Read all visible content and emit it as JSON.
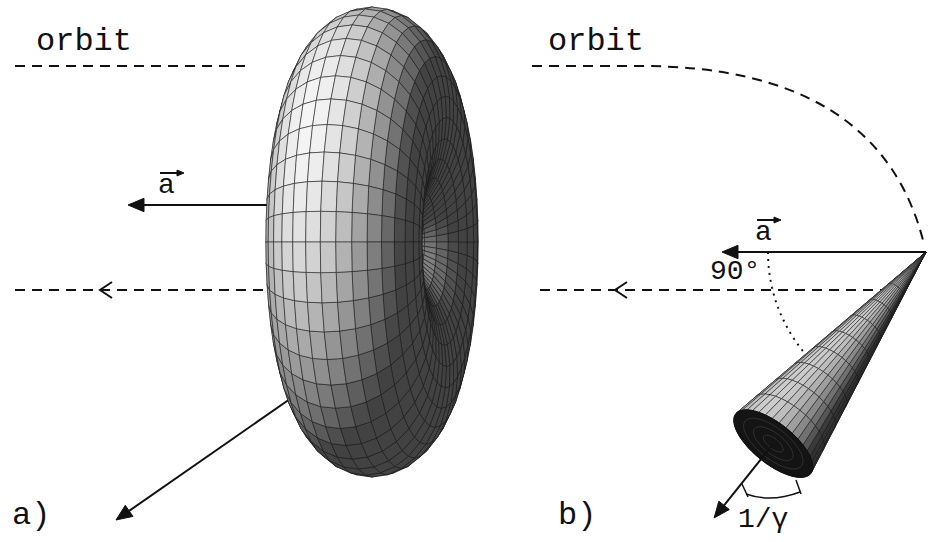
{
  "diagram": {
    "labels": [
      "orbit",
      "a",
      "a)",
      "orbit",
      "a",
      "90°",
      "b)",
      "1/γ"
    ]
  }
}
